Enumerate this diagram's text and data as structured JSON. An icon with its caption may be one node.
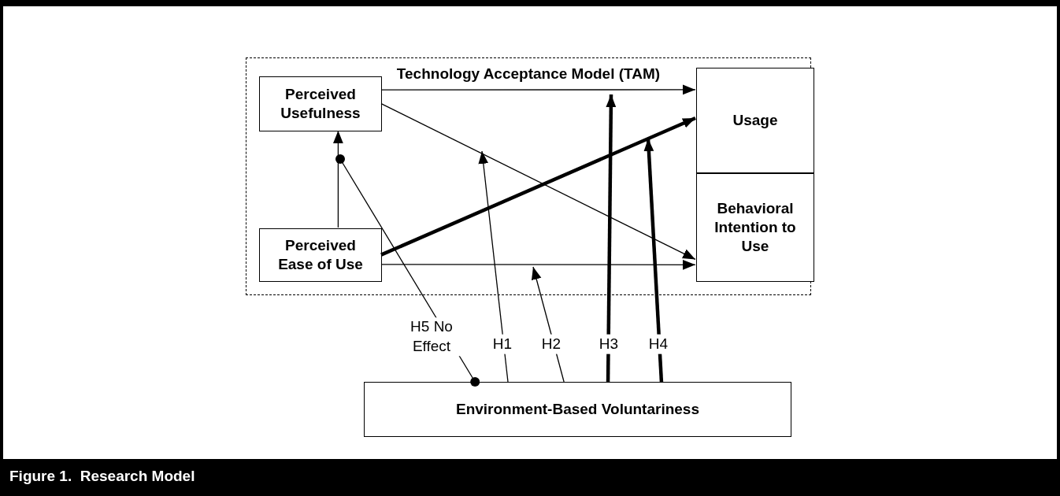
{
  "diagram": {
    "caption": "Figure 1.  Research Model",
    "nodes": [
      {
        "text": [
          "Technology Acceptance Model (TAM)"
        ]
      },
      {
        "text": [
          "Perceived Usefulness"
        ],
        "in": 0
      },
      {
        "text": [
          "Perceived Ease of Use"
        ],
        "in": 0
      },
      {
        "text": [
          "Usage"
        ],
        "in": 0
      },
      {
        "text": [
          "Behavioral Intention to Use"
        ],
        "in": 0
      },
      {
        "text": [
          "Environment-Based Voluntariness"
        ]
      }
    ],
    "edges": [
      {
        "from": 1,
        "to": 3,
        "arrow": "to"
      },
      {
        "from": 1,
        "to": 4,
        "arrow": "to"
      },
      {
        "from": 2,
        "to": 3,
        "arrow": "to",
        "style": "thick"
      },
      {
        "from": 2,
        "to": 4,
        "arrow": "to"
      },
      {
        "from": 2,
        "to": 1,
        "arrow": "to"
      },
      {
        "from": 5,
        "to": null,
        "arrow": "to",
        "label": "H1"
      },
      {
        "from": 5,
        "to": null,
        "arrow": "to",
        "label": "H2"
      },
      {
        "from": 5,
        "to": null,
        "arrow": "to",
        "label": "H3",
        "style": "thick"
      },
      {
        "from": 5,
        "to": null,
        "arrow": "to",
        "label": "H4",
        "style": "thick"
      },
      {
        "from": 5,
        "to": null,
        "arrow": "other",
        "label": "H5 No Effect"
      }
    ]
  }
}
